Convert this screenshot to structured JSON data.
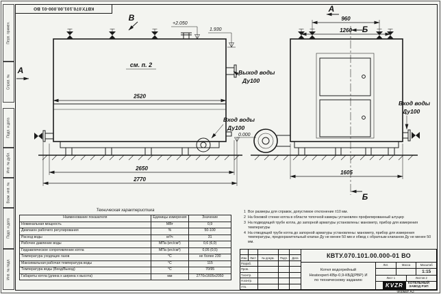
{
  "colors": {
    "paper": "#f3f4f0",
    "ink": "#1b1b1b"
  },
  "stamps": {
    "top_flipped": "КВТУ.070.101.00.000-01 ВО",
    "left_column": [
      "Перв. примен.",
      "Справ. №",
      "Подп. и дата",
      "Инв. № дубл.",
      "Взам. инв. №",
      "Подп. и дата",
      "Инв. № подл."
    ]
  },
  "drawing": {
    "front_view": {
      "dim_body": "2520",
      "dim_base": "2650",
      "dim_overall": "2770",
      "note_ref": "см. п. 2",
      "marker_a": "А",
      "marker_v": "В"
    },
    "side_view": {
      "dim_top_inner": "960",
      "dim_top_outer": "1260",
      "dim_overall": "1605",
      "marker_a": "А",
      "marker_b": "Б"
    },
    "elevations": {
      "top": "+2.050",
      "mid": "1.930",
      "zero": "0.000"
    },
    "labels": {
      "outlet_line1": "Выход воды",
      "outlet_line2": "Ду100",
      "inlet_front_line1": "Вход воды",
      "inlet_front_line2": "Ду100",
      "inlet_side_line1": "Вход воды",
      "inlet_side_line2": "Ду100"
    }
  },
  "notes": {
    "items": [
      {
        "num": "1",
        "text": "Все размеры для справок, допустимое отклонение ±10 мм."
      },
      {
        "num": "2",
        "text": "На боковой стенке котла в области топочной камеры установлен профилированный штуцер"
      },
      {
        "num": "3",
        "text": "На подводящей трубе котла, до запорной арматуры установлены: манометр, прибор для измерения температуры"
      },
      {
        "num": "4",
        "text": "На отводящей трубе котла до запорной арматуры установлены: манометр, прибор для измерения температуры, предохранительный клапан Ду не менее 50 мм и обвод с обратным клапаном Ду не менее 50 мм."
      }
    ]
  },
  "spec_table": {
    "title": "Техническая характеристика",
    "headers": [
      "Наименование показателя",
      "Единицы измерения",
      "Значение"
    ],
    "rows": [
      {
        "name": "Номинальная мощность",
        "unit": "МВт",
        "value": "0,9"
      },
      {
        "name": "Диапазон рабочего регулирования",
        "unit": "%",
        "value": "50-100"
      },
      {
        "name": "Расход воды",
        "unit": "м³/ч",
        "value": "31"
      },
      {
        "name": "Рабочее давление воды",
        "unit": "МПа (кгс/см²)",
        "value": "0,6 (6,0)"
      },
      {
        "name": "Гидравлическое сопротивление котла",
        "unit": "МПа (кгс/см²)",
        "value": "0,05 (0,5)"
      },
      {
        "name": "Температура уходящих газов",
        "unit": "°С",
        "value": "не более 230"
      },
      {
        "name": "Максимальная рабочая температура воды",
        "unit": "°С",
        "value": "115"
      },
      {
        "name": "Температура воды (Вход/Выход)",
        "unit": "°С",
        "value": "70/95"
      },
      {
        "name": "Габариты котла (длина х ширина х высота)",
        "unit": "мм",
        "value": "2770х1605х2050"
      }
    ]
  },
  "title_block": {
    "doc_number": "КВТУ.070.101.00.000-01 ВО",
    "product_line1": "Котел водогрейный",
    "product_line2": "Heatexpert-КВр-0,9-КБД(РВР) И",
    "product_line3": "по техническому заданию",
    "col_labels": [
      "Изм.",
      "Лист",
      "№ докум.",
      "Подп.",
      "Дата"
    ],
    "roles": [
      "Разраб.",
      "Пров.",
      "Т.контр.",
      "Н.контр.",
      "Утв."
    ],
    "lit_label": "Лит.",
    "mass_label": "Масса",
    "scale_label": "Масштаб",
    "scale_value": "1:15",
    "sheet_label": "Лист",
    "sheet_value": "1",
    "sheets_label": "Листов",
    "sheets_value": "2",
    "logo_text": "KVZR",
    "company_line1": "КОТЕЛЬНЫЙ",
    "company_line2": "ЗАВОД РЭП"
  },
  "format_note": "Формат А3"
}
